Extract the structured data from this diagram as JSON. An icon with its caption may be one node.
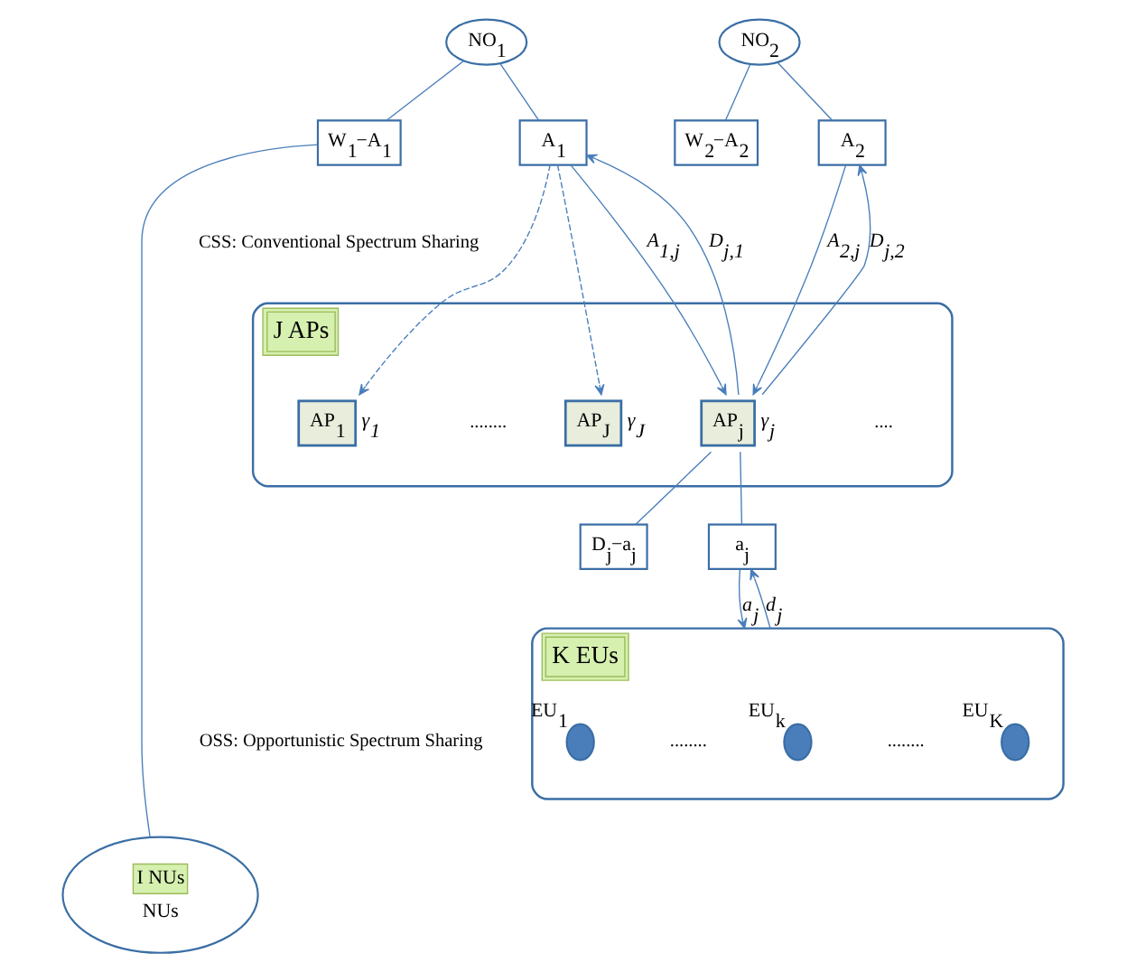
{
  "diagram": {
    "nodes": [
      {
        "text": [
          "NO$_{1}$"
        ]
      },
      {
        "text": [
          "W$_{1}$−A$_{1}$"
        ]
      },
      {
        "text": [
          "A$_{1}$"
        ]
      },
      {
        "text": [
          "NO$_{2}$"
        ]
      },
      {
        "text": [
          "W$_{2}$−A$_{2}$"
        ]
      },
      {
        "text": [
          "A$_{2}$"
        ]
      },
      {
        "text": [
          "J APs"
        ]
      },
      {
        "text": [
          "AP$_{1}$"
        ],
        "in": 6,
        "beside": [
          "γ$_{1}$"
        ]
      },
      {
        "text": [
          "AP$_{j}$"
        ],
        "in": 6,
        "beside": [
          "γ$_{j}$"
        ]
      },
      {
        "text": [
          "AP$_{J}$"
        ],
        "in": 6,
        "beside": [
          "γ$_{J}$"
        ]
      },
      {
        "text": [
          "D$_{j}$−a$_{j}$"
        ]
      },
      {
        "text": [
          "a$_{j}$"
        ]
      },
      {
        "text": [
          "I NUs",
          "NUs"
        ]
      },
      {
        "text": [
          "K EUs"
        ]
      },
      {
        "text": [],
        "shape": "circle",
        "in": 13,
        "beside": [
          "EU$_{1}$"
        ]
      },
      {
        "text": [],
        "shape": "circle",
        "in": 13,
        "beside": [
          "EU$_{k}$"
        ]
      },
      {
        "text": [],
        "shape": "circle",
        "in": 13,
        "beside": [
          "EU$_{K}$"
        ]
      }
    ],
    "edges": [
      {
        "from": 0,
        "to": 1,
        "arrow": "none"
      },
      {
        "from": 0,
        "to": 2,
        "arrow": "none"
      },
      {
        "from": 3,
        "to": 4,
        "arrow": "none"
      },
      {
        "from": 3,
        "to": 5,
        "arrow": "none"
      },
      {
        "from": 1,
        "to": 12,
        "arrow": "none"
      },
      {
        "from": 2,
        "to": 7,
        "arrow": "to",
        "style": "dashed"
      },
      {
        "from": 2,
        "to": 8,
        "arrow": "to",
        "label": "A$_{1,j}$"
      },
      {
        "from": 2,
        "to": 9,
        "arrow": "to",
        "style": "dashed"
      },
      {
        "from": 8,
        "to": 2,
        "arrow": "to",
        "label": "D$_{j,1}$"
      },
      {
        "from": 5,
        "to": 8,
        "arrow": "to",
        "label": "A$_{2,j}$"
      },
      {
        "from": 8,
        "to": 5,
        "arrow": "to",
        "label": "D$_{j,2}$"
      },
      {
        "from": 8,
        "to": 10,
        "arrow": "none"
      },
      {
        "from": 8,
        "to": 11,
        "arrow": "none"
      },
      {
        "from": 11,
        "to": 13,
        "arrow": "to",
        "label": "a$_{j}$"
      },
      {
        "from": 13,
        "to": 11,
        "arrow": "to",
        "label": "d$_{j}$"
      }
    ],
    "labels": [
      "CSS: Conventional Spectrum Sharing",
      "........",
      "....",
      "OSS: Opportunistic Spectrum Sharing",
      "........",
      "........"
    ]
  }
}
